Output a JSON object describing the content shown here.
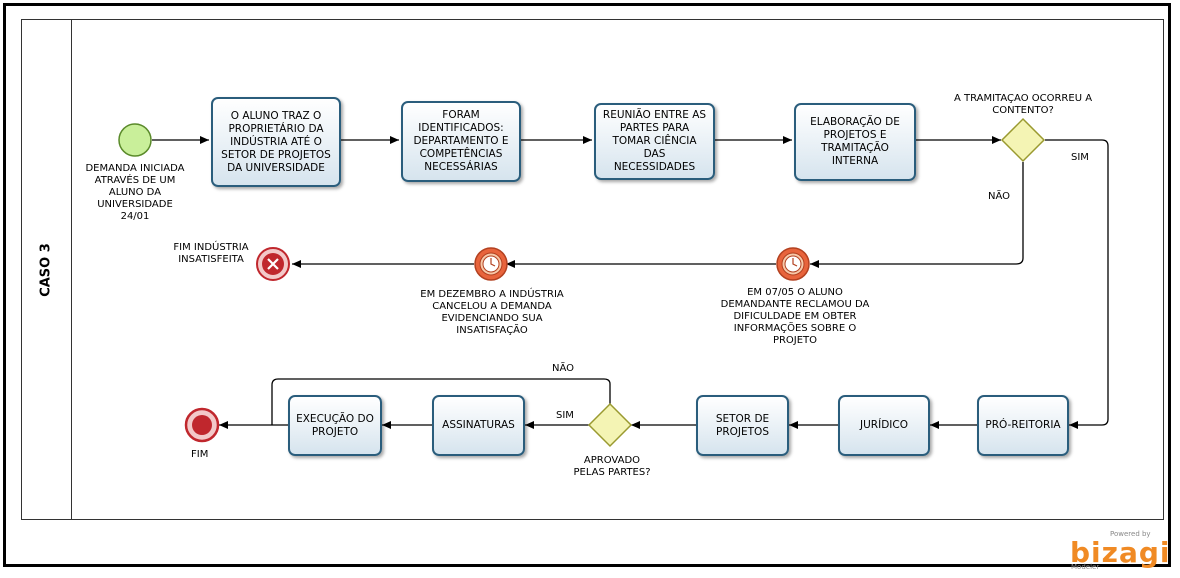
{
  "pool": {
    "label": "CASO 3"
  },
  "tasks": {
    "t1": "O ALUNO TRAZ O PROPRIETÁRIO DA INDÚSTRIA ATÉ O SETOR DE PROJETOS DA UNIVERSIDADE",
    "t2": "FORAM IDENTIFICADOS: DEPARTAMENTO E COMPETÊNCIAS NECESSÁRIAS",
    "t3": "REUNIÃO ENTRE AS PARTES PARA TOMAR CIÊNCIA DAS NECESSIDADES",
    "t4": "ELABORAÇÃO DE PROJETOS E TRAMITAÇÃO INTERNA",
    "t5": "PRÓ-REITORIA",
    "t6": "JURÍDICO",
    "t7": "SETOR DE PROJETOS",
    "t8": "ASSINATURAS",
    "t9": "EXECUÇÃO DO PROJETO"
  },
  "events": {
    "start": "DEMANDA INICIADA ATRAVÉS DE UM ALUNO DA UNIVERSIDADE 24/01",
    "timer1": "EM 07/05 O ALUNO DEMANDANTE RECLAMOU DA DIFICULDADE EM OBTER INFORMAÇÕES SOBRE O PROJETO",
    "timer2": "EM DEZEMBRO A INDÚSTRIA CANCELOU A DEMANDA EVIDENCIANDO SUA INSATISFAÇÃO",
    "end_error": "FIM INDÚSTRIA INSATISFEITA",
    "end": "FIM"
  },
  "gateways": {
    "g1": "A TRAMITAÇAO OCORREU A CONTENTO?",
    "g1_yes": "SIM",
    "g1_no": "NÃO",
    "g2": "APROVADO PELAS PARTES?",
    "g2_yes": "SIM",
    "g2_no": "NÃO"
  },
  "brand": {
    "powered": "Powered by",
    "name": "bizagi",
    "product": "Modeler"
  },
  "colors": {
    "task_border": "#2a5d7c",
    "start": "#c9ef9a",
    "gateway": "#f4f4b4",
    "end": "#c0272d",
    "timer": "#e8643c"
  }
}
